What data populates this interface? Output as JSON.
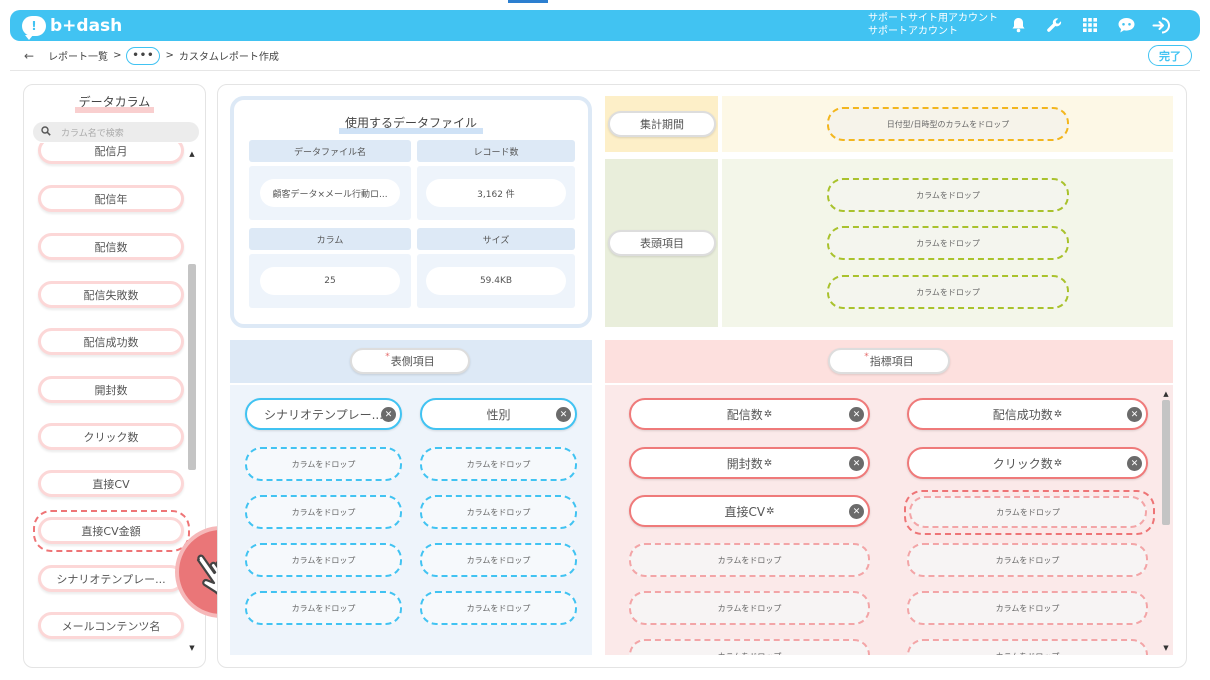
{
  "app": {
    "logo_text": "b+dash"
  },
  "topbar": {
    "account_line1": "サポートサイト用アカウント",
    "account_line2": "サポートアカウント",
    "icons": [
      "bell-icon",
      "wrench-icon",
      "grid-icon",
      "chat-bot-icon",
      "logout-icon"
    ]
  },
  "breadcrumb": {
    "back": "←",
    "item1": "レポート一覧",
    "sep": ">",
    "more": "•••",
    "current": "カスタムレポート作成"
  },
  "done_button": "完了",
  "left_panel": {
    "title": "データカラム",
    "search_placeholder": "カラム名で検索",
    "items": [
      "配信月",
      "配信年",
      "配信数",
      "配信失敗数",
      "配信成功数",
      "開封数",
      "クリック数",
      "直接CV",
      "直接CV金額",
      "シナリオテンプレー...",
      "メールコンテンツ名"
    ],
    "selected_item": "直接CV金額"
  },
  "data_file": {
    "title": "使用するデータファイル",
    "headers": {
      "file_name": "データファイル名",
      "records": "レコード数",
      "columns": "カラム",
      "size": "サイズ"
    },
    "values": {
      "file_name": "顧客データ×メール行動ロ...",
      "records": "3,162 件",
      "columns": "25",
      "size": "59.4KB"
    }
  },
  "period": {
    "label": "集計期間",
    "drop_text": "日付型/日時型のカラムをドロップ"
  },
  "header_items": {
    "label": "表頭項目",
    "drop_texts": [
      "カラムをドロップ",
      "カラムをドロップ",
      "カラムをドロップ"
    ]
  },
  "side_items": {
    "required_mark": "*",
    "label": "表側項目",
    "filled": [
      "シナリオテンプレー...",
      "性別"
    ],
    "drop_text": "カラムをドロップ"
  },
  "metrics": {
    "required_mark": "*",
    "label": "指標項目",
    "filled": [
      "配信数",
      "配信成功数",
      "開封数",
      "クリック数",
      "直接CV"
    ],
    "drop_text": "カラムをドロップ",
    "highlighted_slot": "カラムをドロップ"
  },
  "colors": {
    "brand": "#41c3f2",
    "pink": "#ee7476",
    "side_bg": "#dde9f6",
    "metric_bg": "#fde0de",
    "period_bg": "#fdefc8",
    "header_bg": "#e9eedb"
  }
}
